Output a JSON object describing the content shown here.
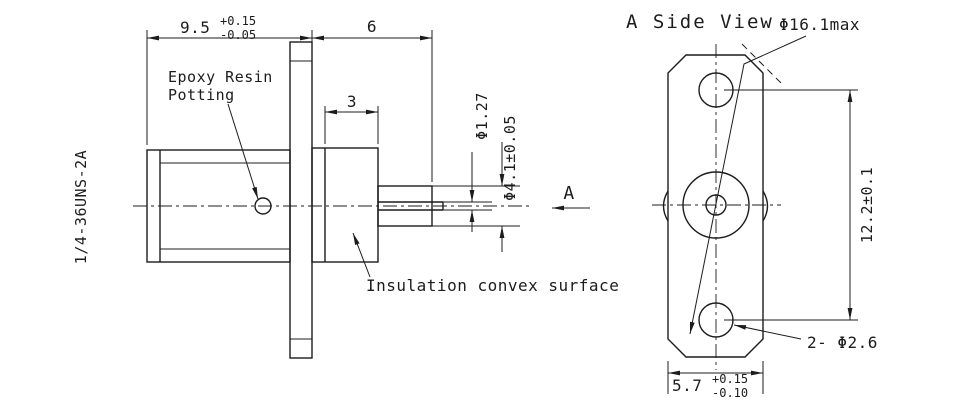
{
  "colors": {
    "line": "#1c1c1c",
    "background": "#ffffff"
  },
  "front_view": {
    "dim_body_length": {
      "value": "9.5",
      "tol_upper": "+0.15",
      "tol_lower": "-0.05"
    },
    "dim_rear_length": "6",
    "dim_step_length": "3",
    "dia_pin": "Φ1.27",
    "dia_insulator": "Φ4.1±0.05",
    "thread_callout": "1/4-36UNS-2A",
    "epoxy_note": {
      "line1": "Epoxy Resin",
      "line2": "Potting"
    },
    "insulation_note": "Insulation convex surface",
    "section_arrow_label": "A"
  },
  "side_view": {
    "title": "A  Side View",
    "dia_flange_max": "Φ16.1max",
    "dim_hole_spacing": "12.2±0.1",
    "mounting_holes_callout": "2- Φ2.6",
    "dim_flange_width": {
      "value": "5.7",
      "tol_upper": "+0.15",
      "tol_lower": "-0.10"
    }
  }
}
